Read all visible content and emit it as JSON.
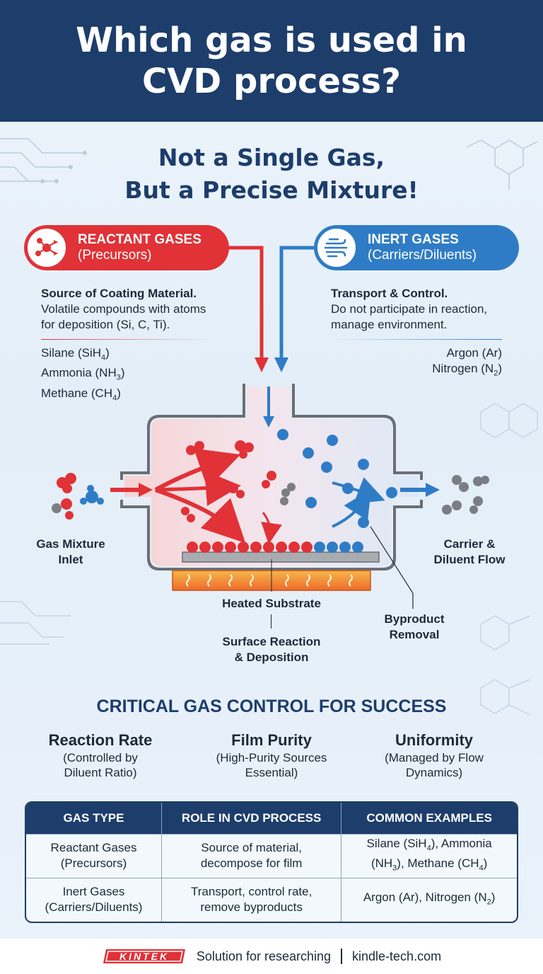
{
  "header": {
    "title": "Which gas is used in CVD process?"
  },
  "subtitle": {
    "line1": "Not a Single Gas,",
    "line2": "But a Precise Mixture!"
  },
  "reactant": {
    "title": "REACTANT GASES",
    "subtitle": "(Precursors)",
    "heading": "Source of Coating Material.",
    "desc_line1": "Volatile compounds with atoms",
    "desc_line2": "for deposition (Si, C, Ti).",
    "gases": [
      {
        "name": "Silane (SiH",
        "sub": "4",
        "end": ")"
      },
      {
        "name": "Ammonia (NH",
        "sub": "3",
        "end": ")"
      },
      {
        "name": "Methane (CH",
        "sub": "4",
        "end": ")"
      }
    ]
  },
  "inert": {
    "title": "INERT GASES",
    "subtitle": "(Carriers/Diluents)",
    "heading": "Transport & Control.",
    "desc_line1": "Do not participate in reaction,",
    "desc_line2": "manage environment.",
    "gases": [
      {
        "name": "Argon (Ar)",
        "sub": "",
        "end": ""
      },
      {
        "name": "Nitrogen (N",
        "sub": "2",
        "end": ")"
      }
    ]
  },
  "diagram": {
    "inlet_label_1": "Gas Mixture",
    "inlet_label_2": "Inlet",
    "outlet_label_1": "Carrier &",
    "outlet_label_2": "Diluent Flow",
    "substrate_label": "Heated Substrate",
    "surface_label_1": "Surface Reaction",
    "surface_label_2": "& Deposition",
    "byproduct_label_1": "Byproduct",
    "byproduct_label_2": "Removal"
  },
  "critical": {
    "title": "CRITICAL GAS CONTROL FOR SUCCESS",
    "items": [
      {
        "heading": "Reaction Rate",
        "line1": "(Controlled by",
        "line2": "Diluent Ratio)"
      },
      {
        "heading": "Film Purity",
        "line1": "(High-Purity Sources",
        "line2": "Essential)"
      },
      {
        "heading": "Uniformity",
        "line1": "(Managed by Flow",
        "line2": "Dynamics)"
      }
    ]
  },
  "table": {
    "headers": [
      "GAS TYPE",
      "ROLE IN CVD PROCESS",
      "COMMON EXAMPLES"
    ],
    "rows": [
      {
        "type_1": "Reactant Gases",
        "type_2": "(Precursors)",
        "role_1": "Source of material,",
        "role_2": "decompose for film",
        "ex_1": "Silane (SiH",
        "ex_1_sub": "4",
        "ex_1_end": "), Ammonia",
        "ex_2": "(NH",
        "ex_2_sub": "3",
        "ex_2_mid": "), Methane (CH",
        "ex_2_sub2": "4",
        "ex_2_end": ")"
      },
      {
        "type_1": "Inert Gases",
        "type_2": "(Carriers/Diluents)",
        "role_1": "Transport, control rate,",
        "role_2": "remove byproducts",
        "ex_1": "Argon (Ar), Nitrogen (N",
        "ex_1_sub": "2",
        "ex_1_end": ")"
      }
    ]
  },
  "footer": {
    "logo": "KINTEK",
    "tagline": "Solution for researching",
    "site": "kindle-tech.com"
  },
  "colors": {
    "navy": "#1d3d6b",
    "reactant_red": "#e03237",
    "inert_blue": "#2f7cc6",
    "heater_orange": "#f39a2e"
  },
  "icons": [
    "molecule-icon",
    "wind-icon",
    "kintek-logo"
  ]
}
